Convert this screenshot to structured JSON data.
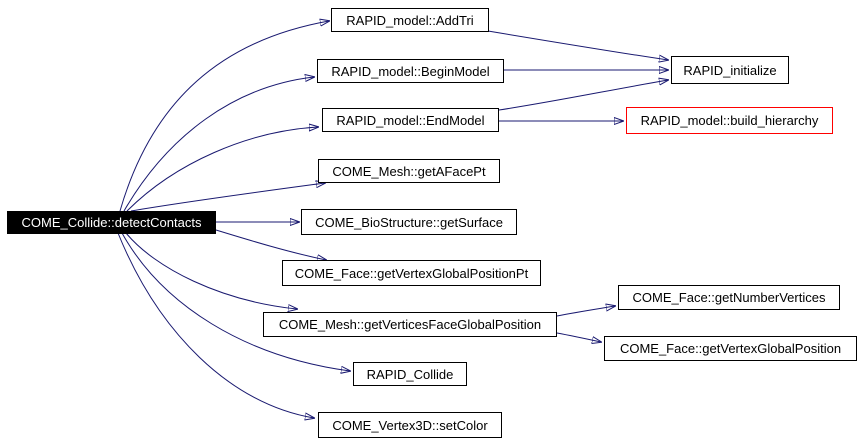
{
  "colors": {
    "edge": "#191970",
    "node_border": "#000000",
    "node_background": "#ffffff",
    "root_background": "#000000",
    "root_text": "#ffffff",
    "truncated_node_border": "#ff0000"
  },
  "nodes": {
    "detectContacts": {
      "label": "COME_Collide::detectContacts"
    },
    "addTri": {
      "label": "RAPID_model::AddTri"
    },
    "beginModel": {
      "label": "RAPID_model::BeginModel"
    },
    "endModel": {
      "label": "RAPID_model::EndModel"
    },
    "rapidInitialize": {
      "label": "RAPID_initialize"
    },
    "buildHierarchy": {
      "label": "RAPID_model::build_hierarchy"
    },
    "getAFacePt": {
      "label": "COME_Mesh::getAFacePt"
    },
    "getSurface": {
      "label": "COME_BioStructure::getSurface"
    },
    "getVertexGlobalPositionPt": {
      "label": "COME_Face::getVertexGlobalPositionPt"
    },
    "getVerticesFaceGlobalPosition": {
      "label": "COME_Mesh::getVerticesFaceGlobalPosition"
    },
    "rapidCollide": {
      "label": "RAPID_Collide"
    },
    "setColor": {
      "label": "COME_Vertex3D::setColor"
    },
    "getNumberVertices": {
      "label": "COME_Face::getNumberVertices"
    },
    "getVertexGlobalPosition": {
      "label": "COME_Face::getVertexGlobalPosition"
    }
  },
  "edges": [
    {
      "from": "detectContacts",
      "to": "addTri"
    },
    {
      "from": "detectContacts",
      "to": "beginModel"
    },
    {
      "from": "detectContacts",
      "to": "endModel"
    },
    {
      "from": "detectContacts",
      "to": "getAFacePt"
    },
    {
      "from": "detectContacts",
      "to": "getSurface"
    },
    {
      "from": "detectContacts",
      "to": "getVertexGlobalPositionPt"
    },
    {
      "from": "detectContacts",
      "to": "getVerticesFaceGlobalPosition"
    },
    {
      "from": "detectContacts",
      "to": "rapidCollide"
    },
    {
      "from": "detectContacts",
      "to": "setColor"
    },
    {
      "from": "addTri",
      "to": "rapidInitialize"
    },
    {
      "from": "beginModel",
      "to": "rapidInitialize"
    },
    {
      "from": "endModel",
      "to": "rapidInitialize"
    },
    {
      "from": "endModel",
      "to": "buildHierarchy"
    },
    {
      "from": "getVerticesFaceGlobalPosition",
      "to": "getNumberVertices"
    },
    {
      "from": "getVerticesFaceGlobalPosition",
      "to": "getVertexGlobalPosition"
    }
  ]
}
